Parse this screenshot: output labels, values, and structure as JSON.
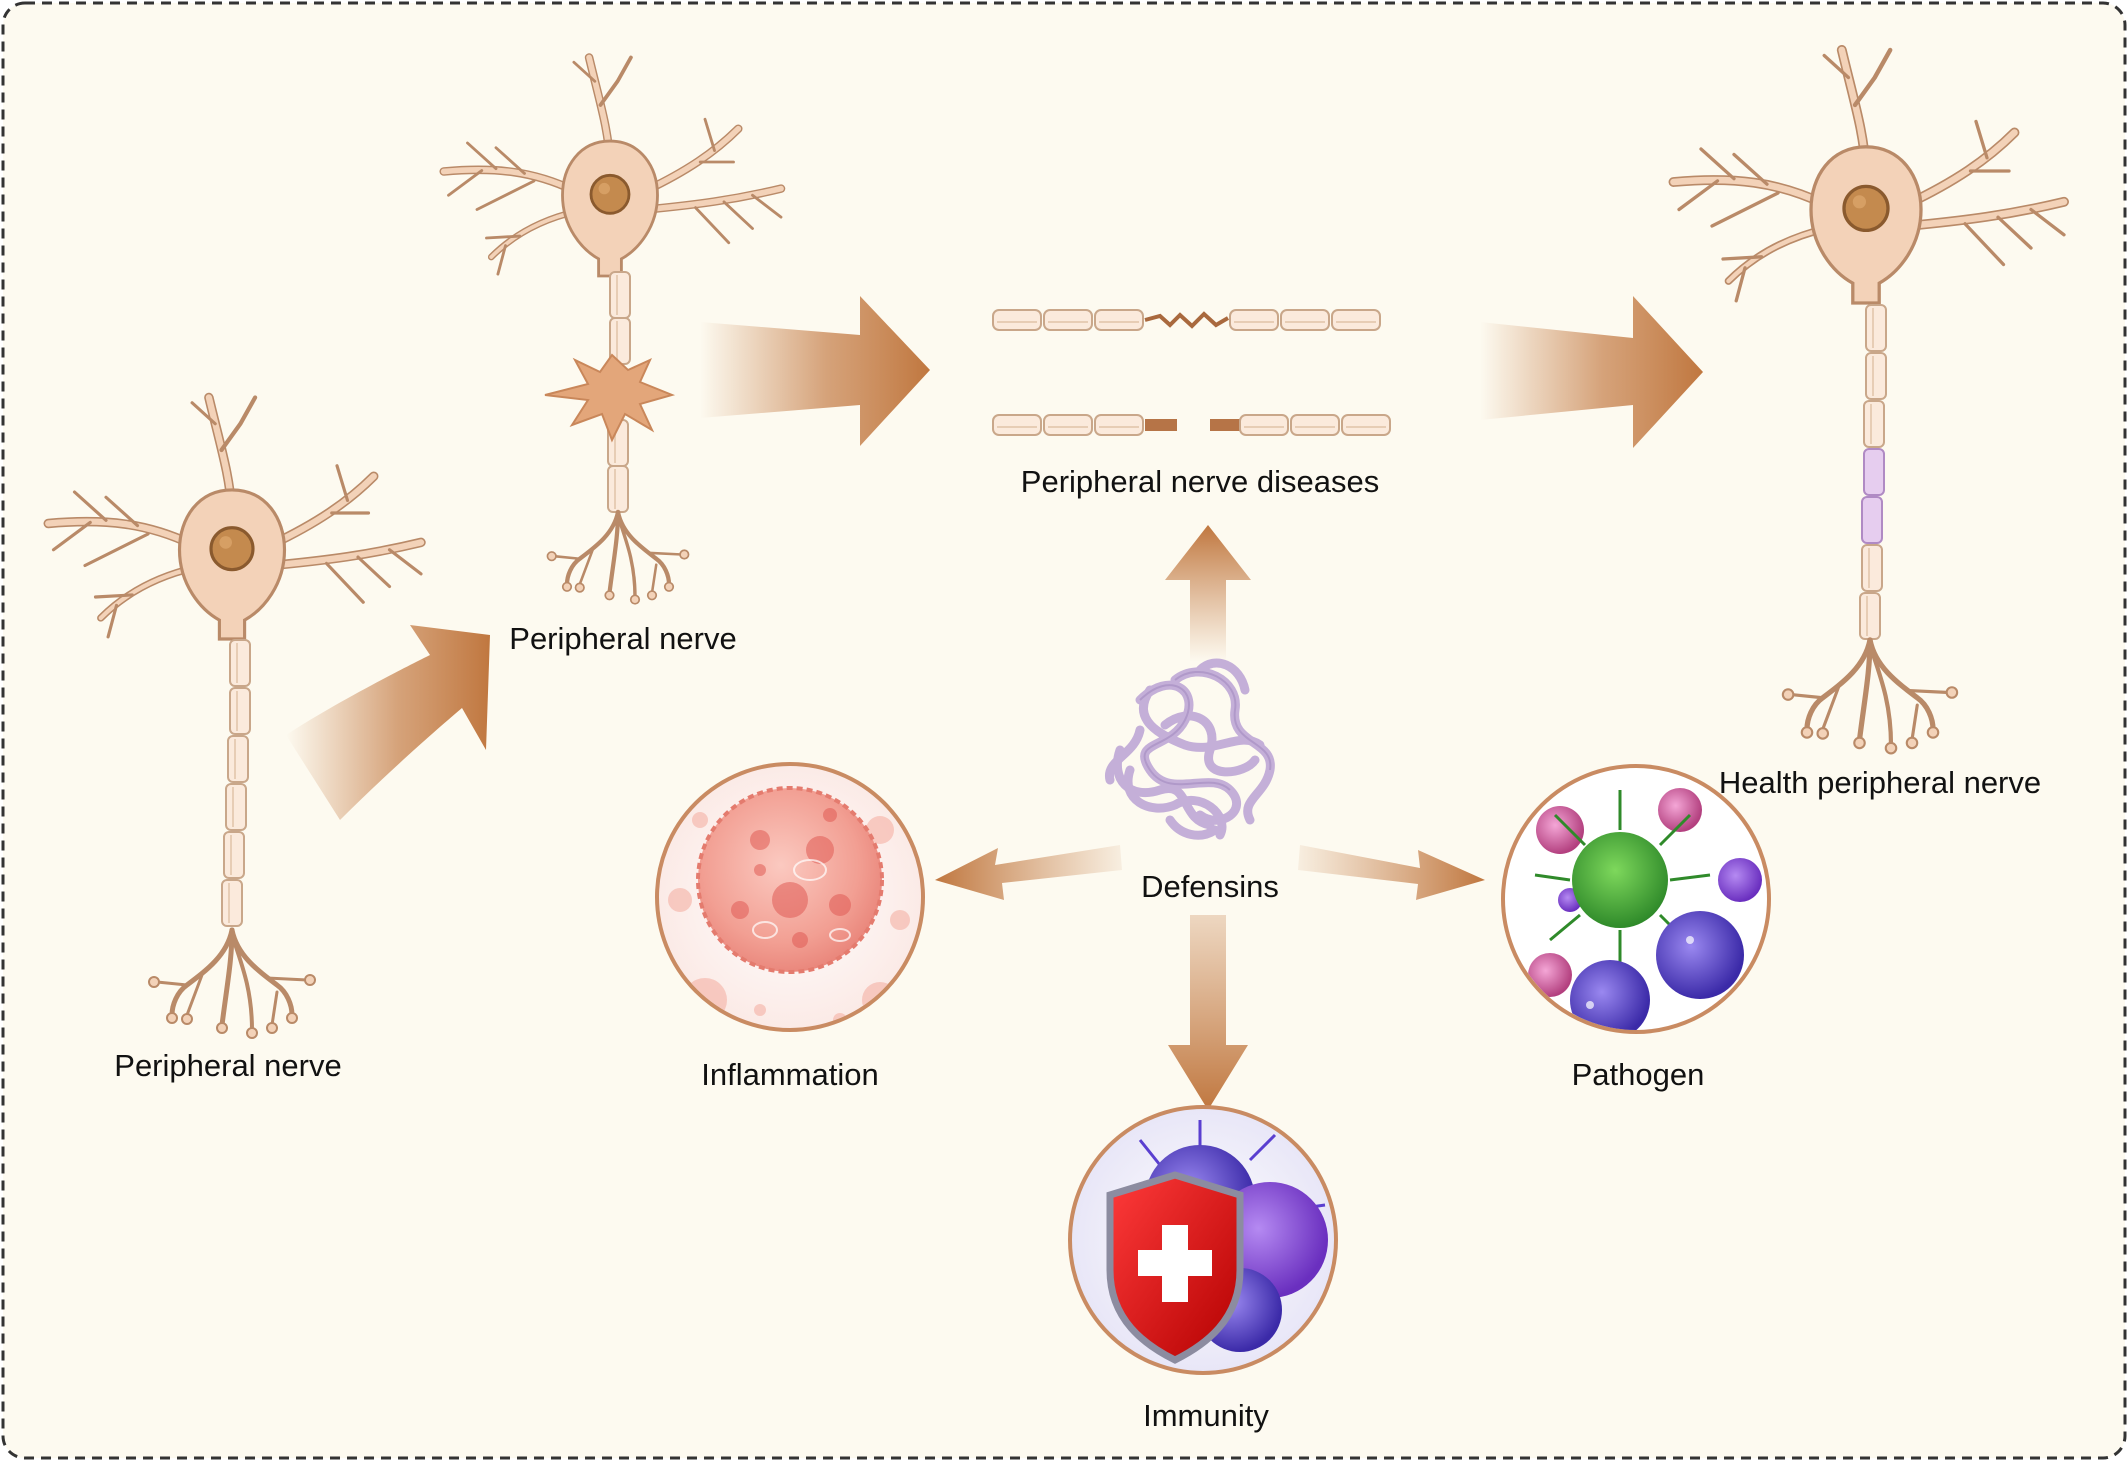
{
  "labels": {
    "peripheral_nerve_left": "Peripheral nerve",
    "peripheral_nerve_injured": "Peripheral nerve",
    "peripheral_nerve_diseases": "Peripheral nerve diseases",
    "health_peripheral_nerve": "Health peripheral nerve",
    "defensins": "Defensins",
    "inflammation": "Inflammation",
    "pathogen": "Pathogen",
    "immunity": "Immunity"
  },
  "colors": {
    "background": "#fdfaf0",
    "neuron_fill": "#f3d2b8",
    "neuron_stroke": "#b98a68",
    "nucleus": "#c48a4e",
    "arrow": "#c88552",
    "defensin": "#c7b3d9",
    "frame_dash": "#333333"
  }
}
